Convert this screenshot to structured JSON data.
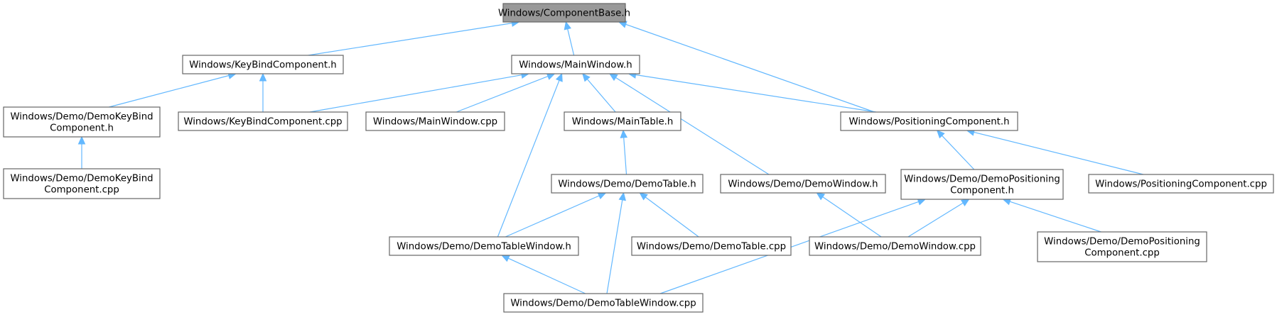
{
  "graph": {
    "title": "",
    "colors": {
      "edge": "#63b8ff",
      "root_fill": "#999999",
      "node_border": "#666666"
    },
    "nodes": {
      "componentbase_h": {
        "lines": [
          "Windows/ComponentBase.h"
        ],
        "highlighted": true
      },
      "keybindcomponent_h": {
        "lines": [
          "Windows/KeyBindComponent.h"
        ]
      },
      "mainwindow_h": {
        "lines": [
          "Windows/MainWindow.h"
        ]
      },
      "demokeybind_h": {
        "lines": [
          "Windows/Demo/DemoKeyBind",
          "Component.h"
        ]
      },
      "keybindcomponent_cpp": {
        "lines": [
          "Windows/KeyBindComponent.cpp"
        ]
      },
      "mainwindow_cpp": {
        "lines": [
          "Windows/MainWindow.cpp"
        ]
      },
      "maintable_h": {
        "lines": [
          "Windows/MainTable.h"
        ]
      },
      "positioningcomponent_h": {
        "lines": [
          "Windows/PositioningComponent.h"
        ]
      },
      "demokeybind_cpp": {
        "lines": [
          "Windows/Demo/DemoKeyBind",
          "Component.cpp"
        ]
      },
      "demotable_h": {
        "lines": [
          "Windows/Demo/DemoTable.h"
        ]
      },
      "demowindow_h": {
        "lines": [
          "Windows/Demo/DemoWindow.h"
        ]
      },
      "demopositioning_h": {
        "lines": [
          "Windows/Demo/DemoPositioning",
          "Component.h"
        ]
      },
      "positioningcomponent_cpp": {
        "lines": [
          "Windows/PositioningComponent.cpp"
        ]
      },
      "demotablewindow_h": {
        "lines": [
          "Windows/Demo/DemoTableWindow.h"
        ]
      },
      "demotable_cpp": {
        "lines": [
          "Windows/Demo/DemoTable.cpp"
        ]
      },
      "demowindow_cpp": {
        "lines": [
          "Windows/Demo/DemoWindow.cpp"
        ]
      },
      "demopositioning_cpp": {
        "lines": [
          "Windows/Demo/DemoPositioning",
          "Component.cpp"
        ]
      },
      "demotablewindow_cpp": {
        "lines": [
          "Windows/Demo/DemoTableWindow.cpp"
        ]
      }
    },
    "edges": [
      {
        "from": "keybindcomponent_h",
        "to": "componentbase_h"
      },
      {
        "from": "mainwindow_h",
        "to": "componentbase_h"
      },
      {
        "from": "positioningcomponent_h",
        "to": "componentbase_h"
      },
      {
        "from": "demokeybind_h",
        "to": "keybindcomponent_h"
      },
      {
        "from": "keybindcomponent_cpp",
        "to": "keybindcomponent_h"
      },
      {
        "from": "demokeybind_cpp",
        "to": "demokeybind_h"
      },
      {
        "from": "keybindcomponent_cpp",
        "to": "mainwindow_h"
      },
      {
        "from": "mainwindow_cpp",
        "to": "mainwindow_h"
      },
      {
        "from": "maintable_h",
        "to": "mainwindow_h"
      },
      {
        "from": "positioningcomponent_h",
        "to": "mainwindow_h"
      },
      {
        "from": "demowindow_h",
        "to": "mainwindow_h"
      },
      {
        "from": "demotablewindow_h",
        "to": "mainwindow_h"
      },
      {
        "from": "demotable_h",
        "to": "maintable_h"
      },
      {
        "from": "demotablewindow_h",
        "to": "demotable_h"
      },
      {
        "from": "demotable_cpp",
        "to": "demotable_h"
      },
      {
        "from": "demotablewindow_cpp",
        "to": "demotable_h"
      },
      {
        "from": "demotablewindow_cpp",
        "to": "demotablewindow_h"
      },
      {
        "from": "demowindow_cpp",
        "to": "demowindow_h"
      },
      {
        "from": "demopositioning_h",
        "to": "positioningcomponent_h"
      },
      {
        "from": "positioningcomponent_cpp",
        "to": "positioningcomponent_h"
      },
      {
        "from": "demowindow_cpp",
        "to": "demopositioning_h"
      },
      {
        "from": "demopositioning_cpp",
        "to": "demopositioning_h"
      },
      {
        "from": "demotablewindow_cpp",
        "to": "demopositioning_h"
      }
    ]
  }
}
